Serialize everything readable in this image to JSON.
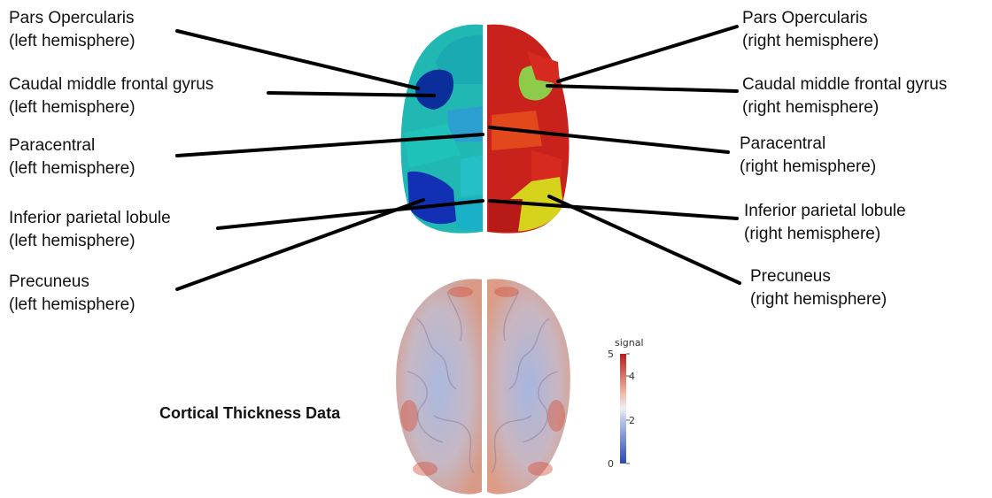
{
  "labels_left": [
    {
      "region": "Pars Opercularis",
      "hemisphere": "(left hemisphere)"
    },
    {
      "region": "Caudal middle frontal gyrus",
      "hemisphere": "(left hemisphere)"
    },
    {
      "region": "Paracentral",
      "hemisphere": "(left hemisphere)"
    },
    {
      "region": "Inferior parietal lobule",
      "hemisphere": "(left hemisphere)"
    },
    {
      "region": "Precuneus",
      "hemisphere": "(left hemisphere)"
    }
  ],
  "labels_right": [
    {
      "region": "Pars Opercularis",
      "hemisphere": "(right hemisphere)"
    },
    {
      "region": "Caudal middle frontal gyrus",
      "hemisphere": "(right hemisphere)"
    },
    {
      "region": "Paracentral",
      "hemisphere": "(right hemisphere)"
    },
    {
      "region": "Inferior parietal lobule",
      "hemisphere": "(right hemisphere)"
    },
    {
      "region": "Precuneus",
      "hemisphere": "(right hemisphere)"
    }
  ],
  "caption": "Cortical Thickness Data",
  "colorbar": {
    "title": "signal",
    "min": 0,
    "max": 5,
    "ticks": [
      "0",
      "2",
      "4",
      "5"
    ],
    "low_color": "#2b4fb8",
    "mid_color": "#e8ecf4",
    "high_color": "#b8231f"
  },
  "colors": {
    "left_hemisphere": "#1fb5b5",
    "left_dark": "#0b2a9e",
    "right_hemisphere": "#c8221c",
    "right_green": "#8ec94a",
    "right_yellow": "#d6d21e",
    "leader_line": "#000000"
  }
}
